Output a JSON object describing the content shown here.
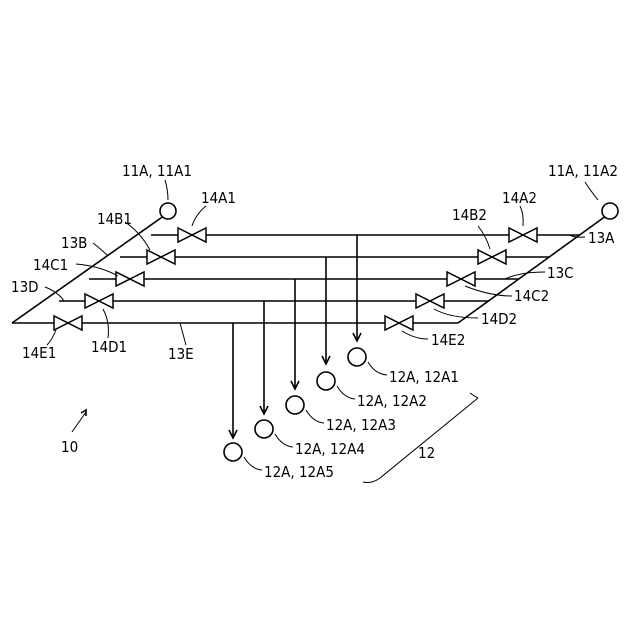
{
  "figure": {
    "system_ref": "10",
    "group_ref": "12",
    "sources": [
      {
        "id": "src-left",
        "label": "11A, 11A1"
      },
      {
        "id": "src-right",
        "label": "11A, 11A2"
      }
    ],
    "headers": [
      {
        "id": "13A",
        "label": "13A"
      },
      {
        "id": "13B",
        "label": "13B"
      },
      {
        "id": "13C",
        "label": "13C"
      },
      {
        "id": "13D",
        "label": "13D"
      },
      {
        "id": "13E",
        "label": "13E"
      }
    ],
    "valves": [
      {
        "id": "14A1",
        "label": "14A1"
      },
      {
        "id": "14A2",
        "label": "14A2"
      },
      {
        "id": "14B1",
        "label": "14B1"
      },
      {
        "id": "14B2",
        "label": "14B2"
      },
      {
        "id": "14C1",
        "label": "14C1"
      },
      {
        "id": "14C2",
        "label": "14C2"
      },
      {
        "id": "14D1",
        "label": "14D1"
      },
      {
        "id": "14D2",
        "label": "14D2"
      },
      {
        "id": "14E1",
        "label": "14E1"
      },
      {
        "id": "14E2",
        "label": "14E2"
      }
    ],
    "outlets": [
      {
        "id": "12A1",
        "label": "12A, 12A1"
      },
      {
        "id": "12A2",
        "label": "12A, 12A2"
      },
      {
        "id": "12A3",
        "label": "12A, 12A3"
      },
      {
        "id": "12A4",
        "label": "12A, 12A4"
      },
      {
        "id": "12A5",
        "label": "12A, 12A5"
      }
    ]
  }
}
